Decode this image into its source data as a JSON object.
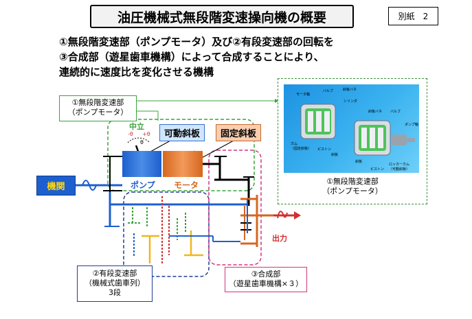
{
  "header": {
    "title": "油圧機械式無段階変速操向機の概要",
    "appendix": "別紙　2"
  },
  "intro_lines": [
    "①無段階変速部（ポンプモータ）及び②有段変速部の回転を",
    "③合成部（遊星歯車機構）によって合成することにより、",
    "連続的に速度比を変化させる機構"
  ],
  "labels": {
    "cvt_line1": "①無段階変速部",
    "cvt_line2": "（ポンプモータ）",
    "stepped_line1": "②有段変速部",
    "stepped_line2": "（機械式歯車列）",
    "stepped_line3": "3段",
    "planet_line1": "③合成部",
    "planet_line2": "（遊星歯車機構×３）"
  },
  "diagram": {
    "engine": "機関",
    "pump": "ポンプ",
    "motor": "モータ",
    "movable_swashplate": "可動斜板",
    "fixed_swashplate": "固定斜板",
    "neutral": "中立",
    "theta": "θ",
    "plus_theta": "+θ",
    "minus_theta": "-θ",
    "output": "出力"
  },
  "photo": {
    "caption_line1": "①無段階変速部",
    "caption_line2": "（ポンプモータ）",
    "callouts": [
      "モータ軸",
      "バルブ",
      "斜板バネ",
      "シリンダ",
      "斜板バネ",
      "バルブ",
      "ポンプ軸",
      "カム",
      "（固定斜板）",
      "ピストン",
      "斜板",
      "斜板",
      "ピストン",
      "ロッカーカム",
      "（可動斜板）"
    ]
  },
  "colors": {
    "green": "#39a33a",
    "blue": "#1d5fce",
    "orange": "#d6661f",
    "pink": "#d0357c",
    "dark_blue": "#1f3b9a",
    "red": "#d03030",
    "yellow": "#f2b51a"
  }
}
